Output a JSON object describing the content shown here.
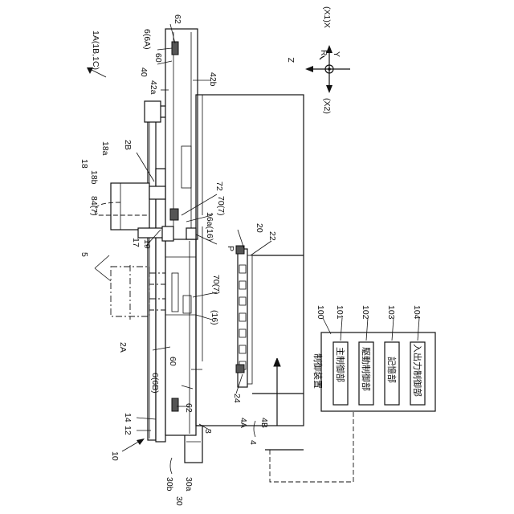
{
  "controller": {
    "title": "制御装置",
    "units": [
      {
        "ref": "100",
        "label": ""
      },
      {
        "ref": "101",
        "label": "主制御部"
      },
      {
        "ref": "102",
        "label": "駆動制御部"
      },
      {
        "ref": "103",
        "label": "記憶部"
      },
      {
        "ref": "104",
        "label": "入出力制御部"
      }
    ]
  },
  "axes": {
    "z": "Z",
    "r": "R",
    "y": "Y",
    "x1": "(X1)X",
    "x2": "(X2)"
  },
  "labels": {
    "l_1A": "1A(1B,1C)",
    "l_62a": "62",
    "l_6A": "6(6A)",
    "l_60a": "60",
    "l_40": "40",
    "l_42a": "42a",
    "l_42b": "42b",
    "l_2B": "2B",
    "l_18": "18",
    "l_18a": "18a",
    "l_18b": "18b",
    "l_84": "84(7)",
    "l_72": "72",
    "l_70a": "70(7)",
    "l_17": "17",
    "l_19": "19",
    "l_5": "5",
    "l_16a": "16a(16)",
    "l_P": "P",
    "l_20": "20",
    "l_22": "22",
    "l_70b": "70(7)",
    "l_16": "(16)",
    "l_2A": "2A",
    "l_60b": "60",
    "l_6B": "6(6B)",
    "l_24": "24",
    "l_14": "14",
    "l_12": "12",
    "l_62b": "62",
    "l_3": "3",
    "l_4A": "4A",
    "l_4B": "4B",
    "l_4": "4",
    "l_10": "10",
    "l_30b": "30b",
    "l_30a": "30a",
    "l_30": "30"
  }
}
